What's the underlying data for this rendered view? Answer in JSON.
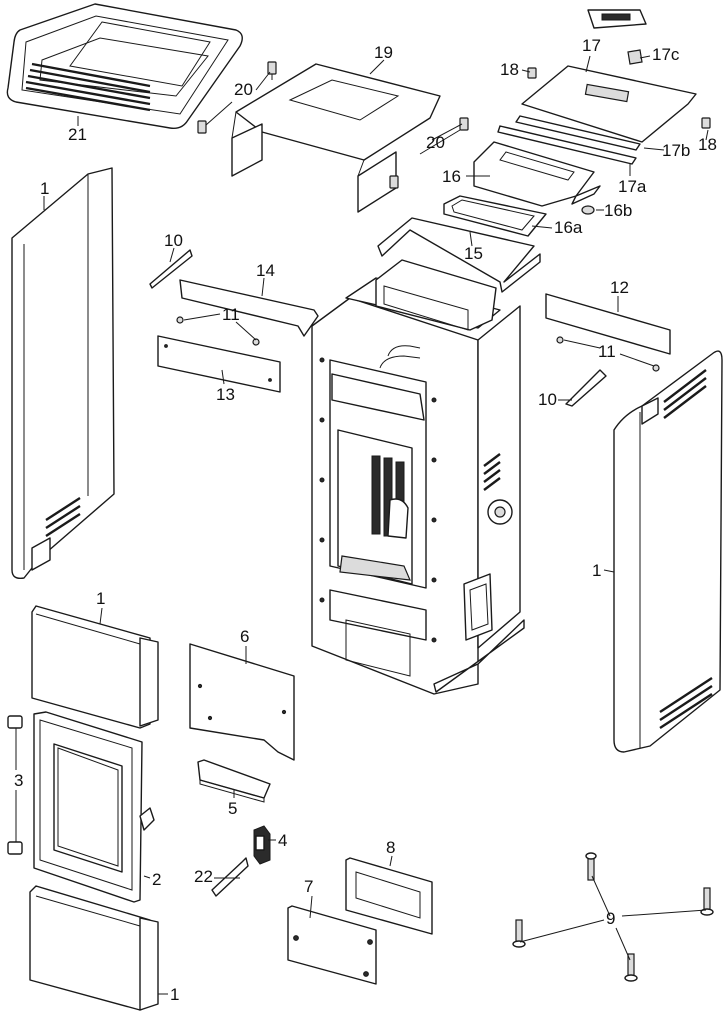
{
  "callouts": {
    "c21": "21",
    "c20a": "20",
    "c19": "19",
    "c18a": "18",
    "c17": "17",
    "c17c": "17c",
    "c20b": "20",
    "c18b": "18",
    "c17b": "17b",
    "c16": "16",
    "c17a": "17a",
    "c16b": "16b",
    "c16a": "16a",
    "c1_left": "1",
    "c10_left": "10",
    "c14": "14",
    "c15": "15",
    "c12": "12",
    "c11_left": "11",
    "c13": "13",
    "c11_right": "11",
    "c10_right": "10",
    "c1_right": "1",
    "c1_front_top": "1",
    "c6": "6",
    "c3": "3",
    "c5": "5",
    "c2": "2",
    "c4": "4",
    "c22": "22",
    "c8": "8",
    "c7": "7",
    "c9": "9",
    "c1_front_bottom": "1"
  }
}
